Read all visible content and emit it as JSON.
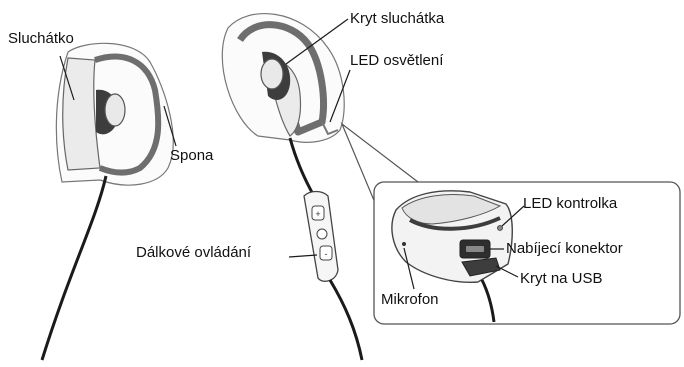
{
  "labels": {
    "earpiece": "Sluchátko",
    "earpiece_cover": "Kryt sluchátka",
    "led_lighting": "LED osvětlení",
    "clip": "Spona",
    "remote_control": "Dálkové ovládání",
    "led_indicator": "LED kontrolka",
    "charging_connector": "Nabíjecí konektor",
    "usb_cover": "Kryt na USB",
    "microphone": "Mikrofon"
  },
  "colors": {
    "line": "#1a1a1a",
    "earpiece_frame": "#777777",
    "earpiece_dark": "#3d3d3d",
    "cable": "#1a1a1a",
    "inset_border": "#555555"
  }
}
